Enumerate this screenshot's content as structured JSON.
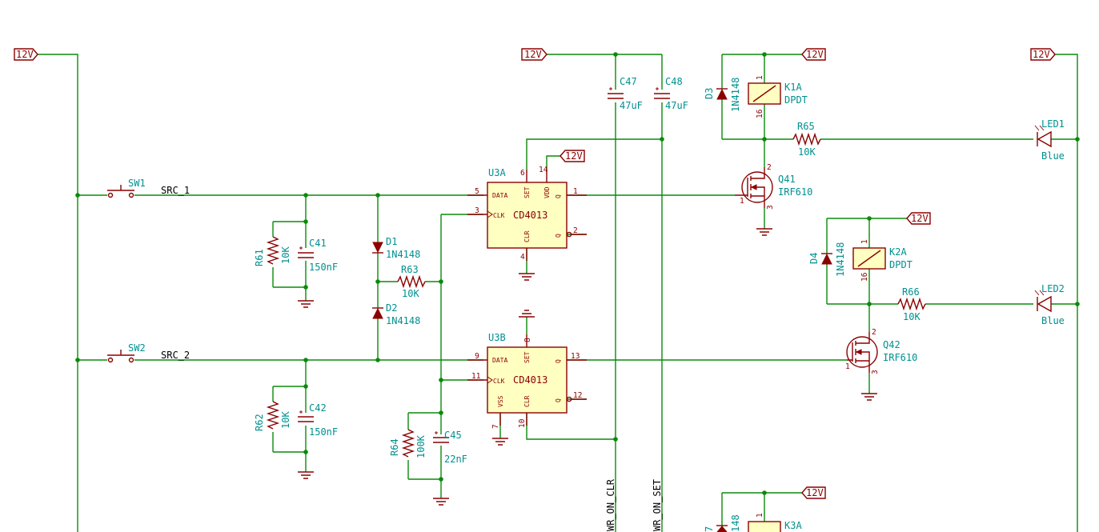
{
  "power": {
    "v12": "12V"
  },
  "nets": {
    "src1": "SRC_1",
    "src2": "SRC_2",
    "wr_on_clr": "WR_ON_CLR",
    "wr_on_set": "WR_ON_SET"
  },
  "switches": {
    "sw1": "SW1",
    "sw2": "SW2"
  },
  "resistors": {
    "r61": {
      "ref": "R61",
      "val": "10K"
    },
    "r62": {
      "ref": "R62",
      "val": "10K"
    },
    "r63": {
      "ref": "R63",
      "val": "10K"
    },
    "r64": {
      "ref": "R64",
      "val": "100K"
    },
    "r65": {
      "ref": "R65",
      "val": "10K"
    },
    "r66": {
      "ref": "R66",
      "val": "10K"
    }
  },
  "capacitors": {
    "c41": {
      "ref": "C41",
      "val": "150nF"
    },
    "c42": {
      "ref": "C42",
      "val": "150nF"
    },
    "c45": {
      "ref": "C45",
      "val": "22nF"
    },
    "c47": {
      "ref": "C47",
      "val": "47uF"
    },
    "c48": {
      "ref": "C48",
      "val": "47uF"
    }
  },
  "diodes": {
    "d1": {
      "ref": "D1",
      "val": "1N4148"
    },
    "d2": {
      "ref": "D2",
      "val": "1N4148"
    },
    "d3": {
      "ref": "D3",
      "val": "1N4148"
    },
    "d4": {
      "ref": "D4",
      "val": "1N4148"
    },
    "d7": {
      "ref": "7",
      "val": "148"
    }
  },
  "leds": {
    "led1": {
      "ref": "LED1",
      "val": "Blue"
    },
    "led2": {
      "ref": "LED2",
      "val": "Blue"
    }
  },
  "relays": {
    "k1a": {
      "ref": "K1A",
      "val": "DPDT",
      "pin1": "1",
      "pin16": "16"
    },
    "k2a": {
      "ref": "K2A",
      "val": "DPDT",
      "pin1": "1",
      "pin16": "16"
    },
    "k3a": {
      "ref": "K3A",
      "pin1": "1"
    }
  },
  "transistors": {
    "q41": {
      "ref": "Q41",
      "val": "IRF610",
      "g": "1",
      "d": "2",
      "s": "3"
    },
    "q42": {
      "ref": "Q42",
      "val": "IRF610",
      "g": "1",
      "d": "2",
      "s": "3"
    }
  },
  "ics": {
    "u3a": {
      "ref": "U3A",
      "part": "CD4013",
      "pin_names": {
        "data": "DATA",
        "clk": "CLK",
        "set": "SET",
        "clr": "CLR",
        "vdd": "VDD",
        "q": "Q",
        "qn": "Q"
      },
      "pins": {
        "data": "5",
        "clk": "3",
        "set": "6",
        "vdd": "14",
        "q": "1",
        "qn": "2",
        "clr": "4"
      }
    },
    "u3b": {
      "ref": "U3B",
      "part": "CD4013",
      "pin_names": {
        "data": "DATA",
        "clk": "CLK",
        "set": "SET",
        "clr": "CLR",
        "vss": "VSS",
        "q": "Q",
        "qn": "Q"
      },
      "pins": {
        "data": "9",
        "clk": "11",
        "set": "8",
        "q": "13",
        "qn": "12",
        "vss": "7",
        "clr": "10"
      }
    }
  }
}
